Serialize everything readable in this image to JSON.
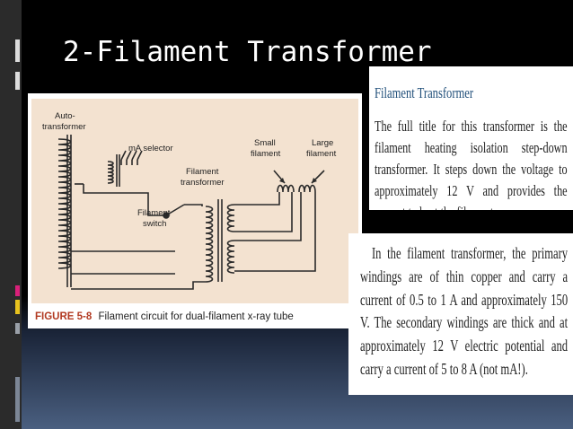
{
  "slide": {
    "title": "2-Filament Transformer"
  },
  "figure": {
    "labels": {
      "auto_transformer_line1": "Auto-",
      "auto_transformer_line2": "transformer",
      "ma_selector": "mA selector",
      "small_filament_line1": "Small",
      "small_filament_line2": "filament",
      "large_filament_line1": "Large",
      "large_filament_line2": "filament",
      "filament_transformer_line1": "Filament",
      "filament_transformer_line2": "transformer",
      "filament_switch_line1": "Filament",
      "filament_switch_line2": "switch"
    },
    "caption_label": "FIGURE 5-8",
    "caption_text": "Filament circuit for dual-filament x-ray tube"
  },
  "text_box_1": {
    "heading": "Filament Transformer",
    "body": "The full title for this transformer is the filament heating isolation step-down transformer. It steps down the voltage to approximately 12 V and provides the current to heat the filament."
  },
  "text_box_2": {
    "body": "In the filament transformer, the primary windings are of thin copper and carry a current of 0.5 to 1 A and approximately 150 V. The secondary windings are thick and at approximately 12 V electric potential and carry a current of 5 to 8 A (not mA!)."
  },
  "colors": {
    "title": "#ffffff",
    "heading": "#1f4e79",
    "caption_label": "#b23a22",
    "diagram_background": "#f3e2d0",
    "accent_strip_pink": "#d9207a",
    "accent_strip_yellow": "#e8c21e"
  }
}
